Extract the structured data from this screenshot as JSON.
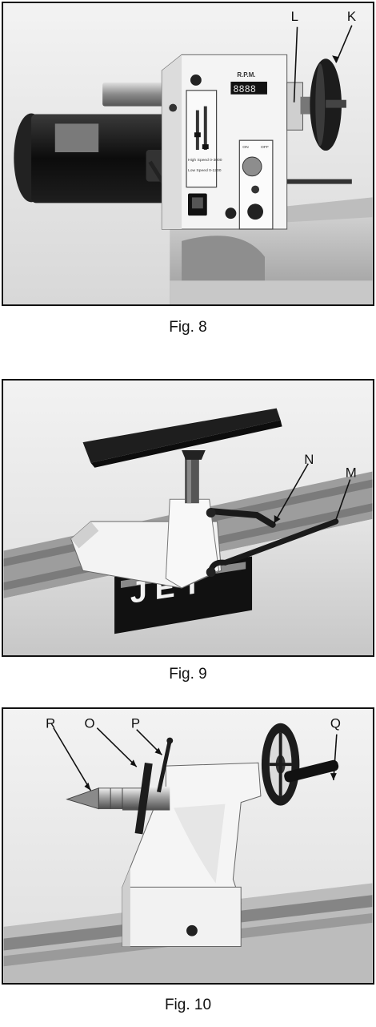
{
  "figures": [
    {
      "caption": "Fig. 8",
      "callouts": [
        "L",
        "K"
      ],
      "panel": {
        "rpm_label": "R.P.M.",
        "rpm_digits": "8888",
        "high_speed": "High Speed 0-3000",
        "low_speed": "Low Speed 0-1200",
        "on_label": "ON",
        "off_label": "OFF"
      }
    },
    {
      "caption": "Fig. 9",
      "callouts": [
        "N",
        "M"
      ],
      "logo_text": "JET"
    },
    {
      "caption": "Fig. 10",
      "callouts": [
        "R",
        "O",
        "P",
        "Q"
      ]
    }
  ]
}
